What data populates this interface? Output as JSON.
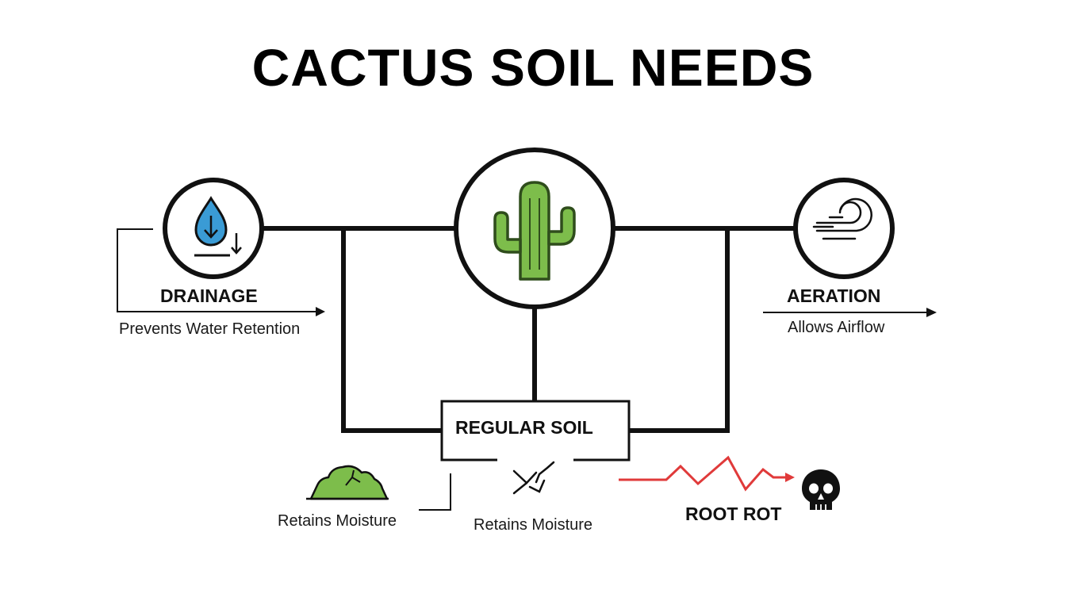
{
  "title": "CACTUS SOIL NEEDS",
  "center": {
    "icon": "cactus-icon",
    "color": "#7dbd4b"
  },
  "drainage": {
    "label": "DRAINAGE",
    "description": "Prevents Water Retention",
    "icon": "water-drop-icon",
    "color": "#3a9bd5"
  },
  "aeration": {
    "label": "AERATION",
    "description": "Allows Airflow",
    "icon": "wind-icon"
  },
  "regular_soil": {
    "label": "REGULAR SOIL",
    "icon": "cracked-soil-icon"
  },
  "moisture_left": {
    "label": "Retains Moisture",
    "icon": "soil-mound-icon",
    "color": "#7dbd4b"
  },
  "moisture_center": {
    "label": "Retains Moisture"
  },
  "root_rot": {
    "label": "ROOT ROT",
    "icon": "skull-icon",
    "line_color": "#e03a3a"
  }
}
